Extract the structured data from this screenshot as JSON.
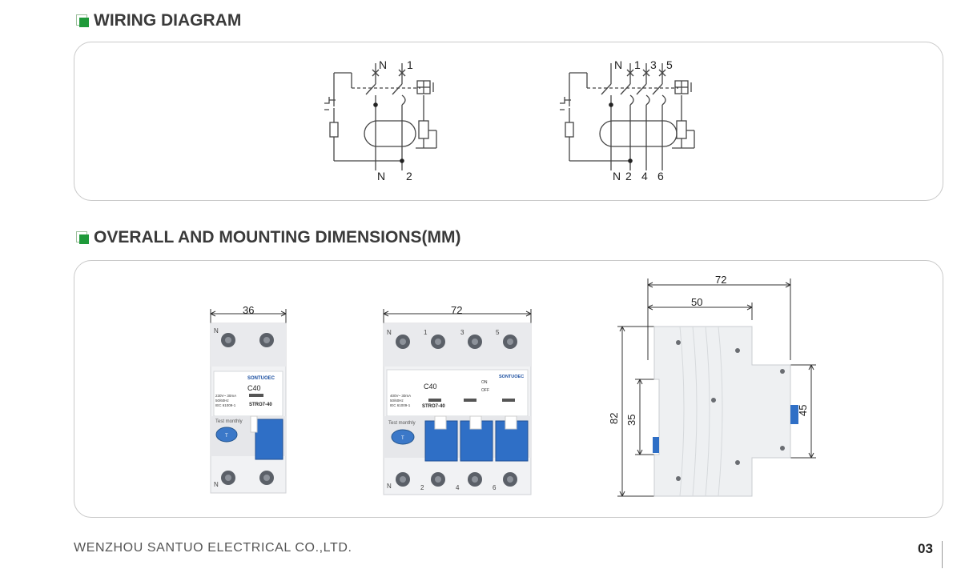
{
  "sections": {
    "wiring": {
      "title": "WIRING DIAGRAM"
    },
    "dimensions": {
      "title": "OVERALL AND MOUNTING DIMENSIONS(MM)"
    }
  },
  "wiring_2p": {
    "top_labels": [
      "N",
      "1"
    ],
    "bottom_labels": [
      "N",
      "2"
    ]
  },
  "wiring_4p": {
    "top_labels": [
      "N",
      "1",
      "3",
      "5"
    ],
    "bottom_labels": [
      "N",
      "2",
      "4",
      "6"
    ]
  },
  "device_2p": {
    "width_dim": "36",
    "top_terminals": [
      "N"
    ],
    "bottom_terminals": [
      "N"
    ],
    "brand": "SONTUOEC",
    "rating": "C40",
    "small_text": [
      "230V~ 30mA",
      "50/60Hz",
      "IEC 61009-1"
    ],
    "model": "STRO7-40",
    "test_label": "Test monthly",
    "test_button": "T"
  },
  "device_4p": {
    "width_dim": "72",
    "top_terminals": [
      "N",
      "1",
      "3",
      "5"
    ],
    "bottom_terminals": [
      "N",
      "2",
      "4",
      "6"
    ],
    "brand": "SONTUOEC",
    "rating": "C40",
    "small_text": [
      "400V~ 30mA",
      "50/60Hz",
      "IEC 61009-1"
    ],
    "model": "STRO7-40",
    "on_label": "ON",
    "off_label": "OFF",
    "test_label": "Test monthly",
    "test_button": "T"
  },
  "side_view": {
    "dims": {
      "total_depth": "72",
      "mid_depth": "50",
      "height": "82",
      "rail": "35",
      "face": "45"
    }
  },
  "footer": {
    "company": "WENZHOU SANTUO ELECTRICAL CO.,LTD.",
    "page": "03"
  }
}
